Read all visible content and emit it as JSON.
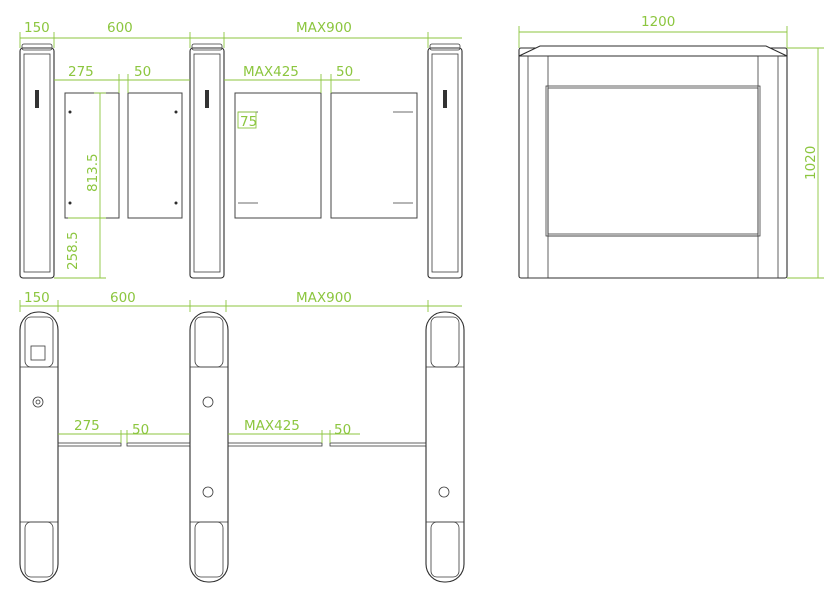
{
  "colors": {
    "dimension": "#8cc63f",
    "outline": "#2d2d2d"
  },
  "front_view": {
    "post_width": "150",
    "gap_single": "600",
    "gap_max": "MAX900",
    "panel_width_single": "275",
    "panel_gap_single": "50",
    "panel_width_max": "MAX425",
    "panel_gap_max": "50",
    "panel_height": "813.5",
    "panel_base_height": "258.5",
    "bolt_offset": "75"
  },
  "side_view": {
    "width": "1200",
    "height": "1020"
  },
  "top_view": {
    "post_width": "150",
    "gap_single": "600",
    "gap_max": "MAX900",
    "panel_width_single": "275",
    "panel_gap_single": "50",
    "panel_width_max": "MAX425",
    "panel_gap_max": "50"
  }
}
